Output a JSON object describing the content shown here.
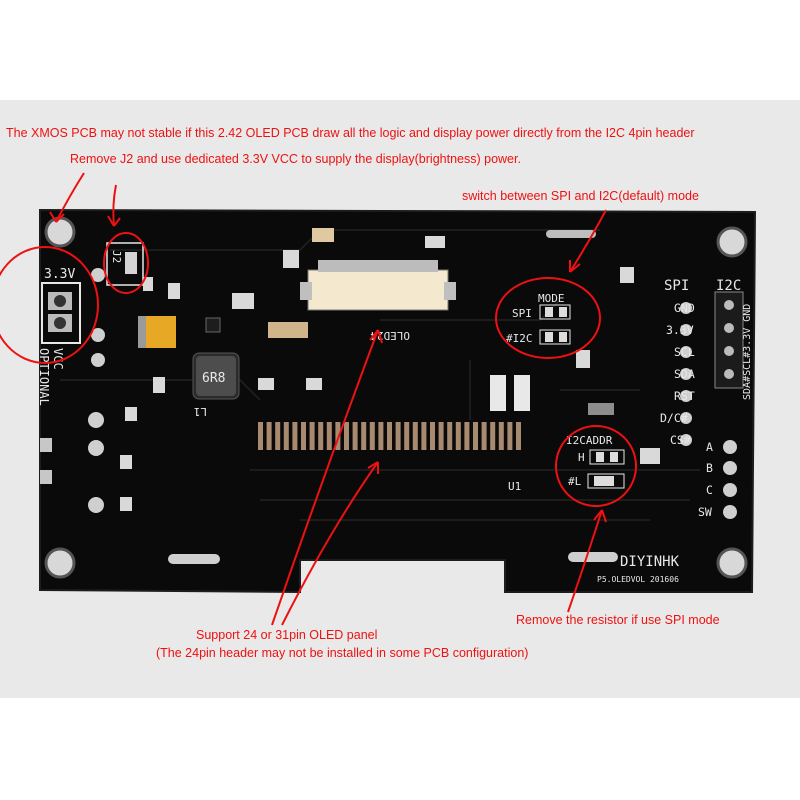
{
  "annotations": {
    "header_note": "The XMOS PCB may not stable if this 2.42 OLED PCB draw all the logic and display power directly from the I2C 4pin header",
    "j2_note": "Remove J2 and use dedicated 3.3V VCC to supply the display(brightness) power.",
    "mode_note": "switch between SPI and I2C(default) mode",
    "resistor_note": "Remove the resistor if use SPI mode",
    "panel_note_line1": "Support 24 or 31pin OLED panel",
    "panel_note_line2": "(The 24pin header may not be installed in some PCB configuration)"
  },
  "silkscreen": {
    "vcc_33": "3.3V",
    "vcc_label": "VCC",
    "optional_label": "OPTIONAL",
    "j2": "J2",
    "inductor": "6R8",
    "l1": "L1",
    "oled_label": "OLED24",
    "u1": "U1",
    "mode": "MODE",
    "spi_select": "SPI",
    "i2c_select": "#I2C",
    "i2caddr": "I2CADDR",
    "addr_h": "H",
    "addr_l": "#L",
    "spi_header": "SPI",
    "i2c_header": "I2C",
    "i2c_pins": "SDA#SCL#3.3V GND",
    "spi_pins": [
      "GND",
      "3.3V",
      "SCL",
      "SDA",
      "RST",
      "D/C#",
      "CS#"
    ],
    "buttons": [
      "A",
      "B",
      "C",
      "SW"
    ],
    "brand": "DIYINHK",
    "version": "P5.OLEDVOL 201606"
  },
  "colors": {
    "annotation": "#ee1111",
    "pcb": "#0a0a0a",
    "silkscreen": "#e8e8e8",
    "background": "#e9e9e9"
  }
}
